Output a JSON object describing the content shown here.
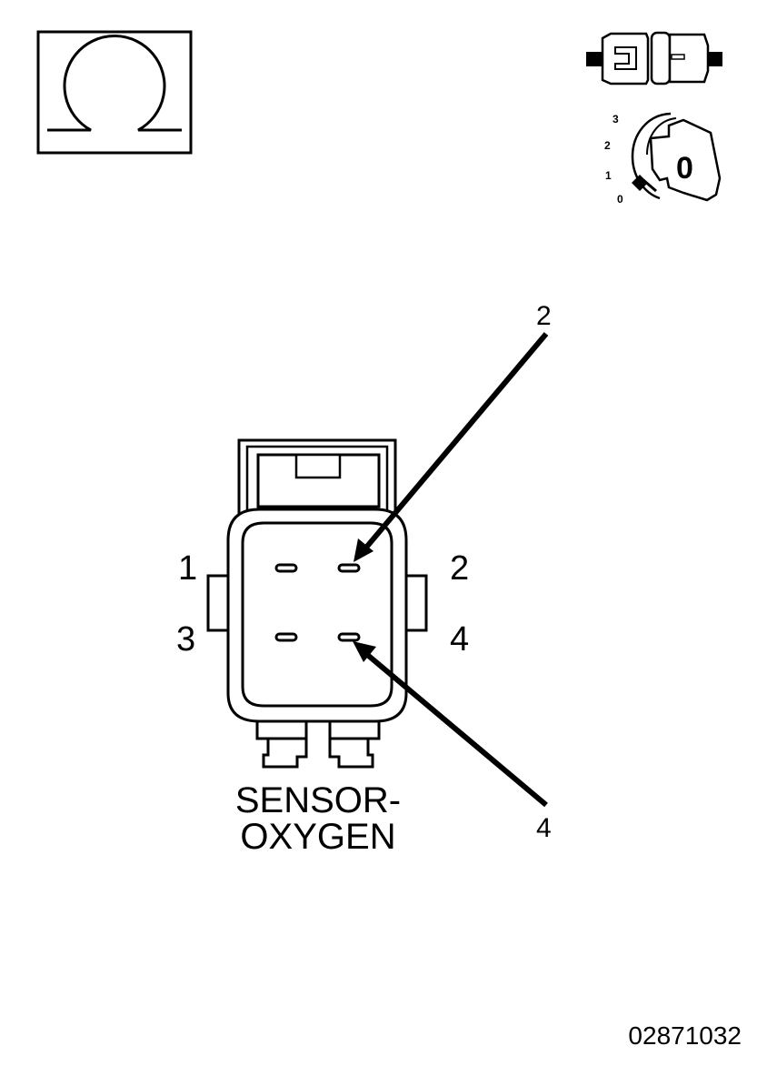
{
  "symbols": {
    "ohm_icon": "ohm-symbol",
    "connector_icon": "disconnected-connector",
    "ignition_icon": "ignition-key",
    "ignition_positions": [
      "3",
      "2",
      "1",
      "0"
    ],
    "ignition_setting": "0"
  },
  "connector": {
    "name_line1": "SENSOR-",
    "name_line2": "OXYGEN",
    "pin_labels": [
      "1",
      "2",
      "3",
      "4"
    ]
  },
  "callouts": [
    {
      "label": "2",
      "pin": "2"
    },
    {
      "label": "4",
      "pin": "4"
    }
  ],
  "document_id": "02871032"
}
